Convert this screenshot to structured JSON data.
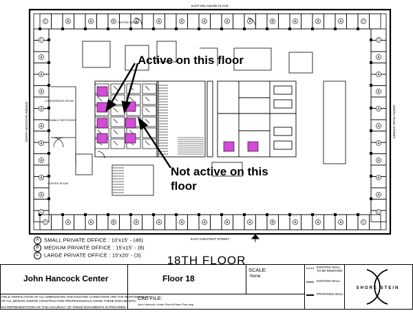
{
  "callouts": {
    "active": "Active on this floor",
    "not_active_line1": "Not active on this",
    "not_active_line2": "floor"
  },
  "streets": {
    "top": "EAST DELAWARE PLACE",
    "bottom": "EAST CHESTNUT STREET",
    "left": "NORTH MICHIGAN AVENUE",
    "right": "NORTH RUSH STREET"
  },
  "rooms": {
    "conference_left": "CONFERENCE ROOM",
    "movable_partitions": "MOVABLE PARTITIONS",
    "coffee_left": "COFFEE ROOM",
    "coffee_top": "COFFEE ROOM"
  },
  "legend": [
    {
      "letter": "A",
      "text": "SMALL PRIVATE OFFICE : 10'x15' - (46)"
    },
    {
      "letter": "B",
      "text": "MEDIUM PRIVATE OFFICE : 15'x15' - (8)"
    },
    {
      "letter": "C",
      "text": "LARGE PRIVATE OFFICE : 15'x20' - (3)"
    }
  ],
  "floor_title": "18TH FLOOR",
  "title_block": {
    "project": "John Hancock Center",
    "floor": "Floor 18",
    "scale_label": "SCALE:",
    "scale_value": "None",
    "cad_label": "CAD FILE:",
    "cad_value": "John Hancock Center Floor18 Base Plan.dwg",
    "note_line1": "FIELD VERIFICATION OF ALL DIMENSIONS AND EXISTING CONDITIONS ARE THE RESPONSIBILITY",
    "note_line2": "OF ALL DESIGN AND/OR CONSTRUCTION PROFESSIONALS USING THESE DOCUMENTS.",
    "note_line3": "NO REPRESENTATION OF THE ACCURACY OF THESE DOCUMENTS IS PROVIDED.",
    "key_existing_removed": "EXISTING WALL TO BE REMOVED",
    "key_existing": "EXISTING WALL",
    "key_proposed": "PROPOSED WALL",
    "logo_text": "SHORE STEIN"
  },
  "colors": {
    "active_office": "#d34bd6",
    "line": "#000000"
  }
}
